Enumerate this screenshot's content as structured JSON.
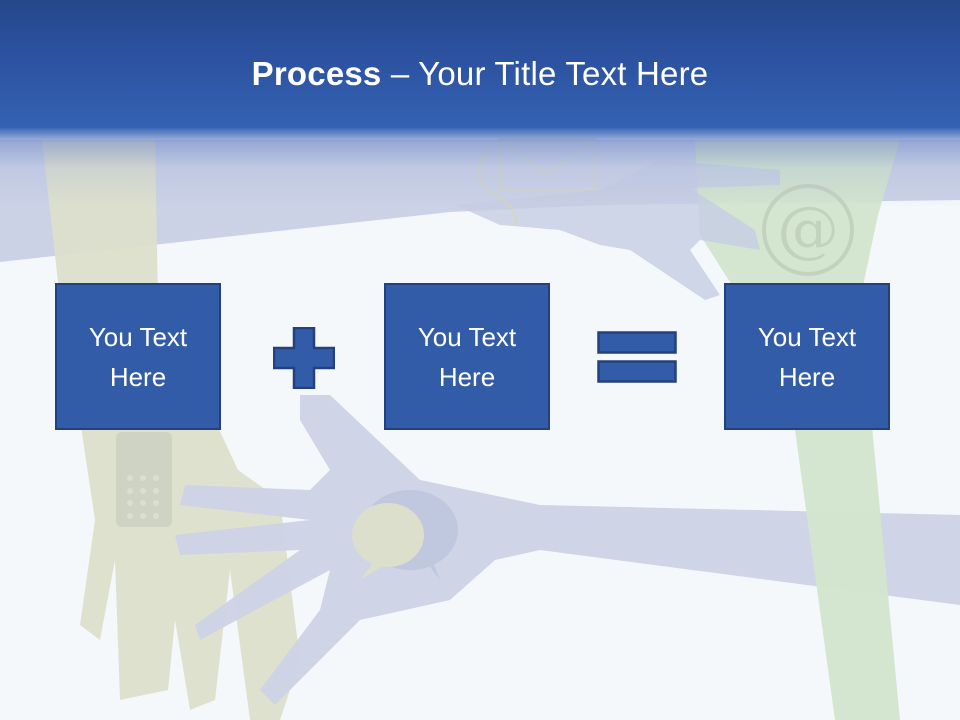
{
  "slide": {
    "title_bold": "Process",
    "title_rest": " – Your Title Text Here"
  },
  "equation": {
    "boxes": [
      {
        "label": "You Text Here"
      },
      {
        "label": "You Text Here"
      },
      {
        "label": "You Text Here"
      }
    ],
    "operators": [
      {
        "symbol": "plus-icon"
      },
      {
        "symbol": "equals-icon"
      }
    ]
  },
  "colors": {
    "header_top": "#26478a",
    "header_bottom": "#3462b4",
    "box_fill": "#335ca8",
    "box_border": "#23417f",
    "background": "#f4f8fb"
  },
  "background_art": {
    "icons": [
      "hand-blue",
      "hand-beige",
      "hand-green",
      "mobile-phone",
      "speech-bubbles",
      "at-sign",
      "envelope"
    ]
  }
}
